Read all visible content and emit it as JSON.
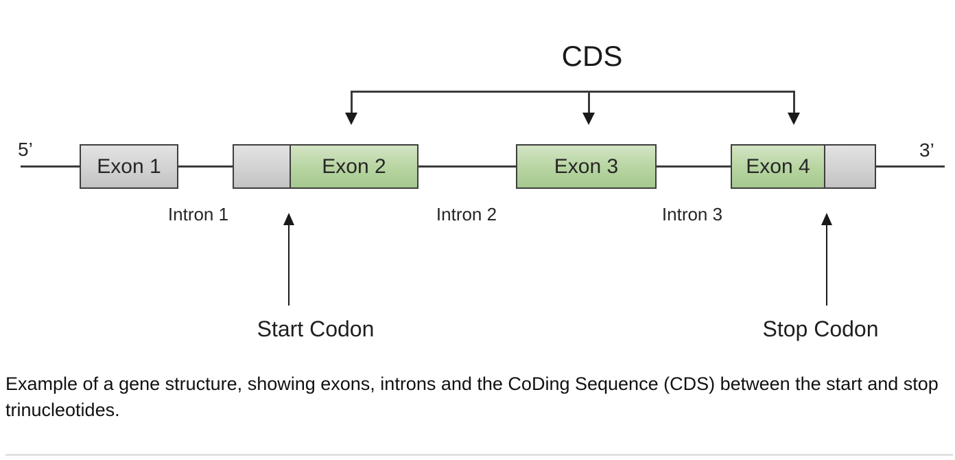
{
  "diagram": {
    "cds_label": "CDS",
    "five_prime_label": "5’",
    "three_prime_label": "3’",
    "exon_labels": [
      "Exon 1",
      "Exon 2",
      "Exon 3",
      "Exon 4"
    ],
    "intron_labels": [
      "Intron 1",
      "Intron 2",
      "Intron 3"
    ],
    "start_codon_label": "Start Codon",
    "stop_codon_label": "Stop Codon",
    "colors": {
      "coding_exon_fill": "#b6d4a0",
      "noncoding_exon_fill": "#d2d2d2",
      "box_border": "#3d3d3d",
      "line": "#3a3a3a",
      "text": "#262626",
      "divider": "#e1e1e1"
    }
  },
  "caption": {
    "text": "Example of a gene structure, showing exons, introns and the CoDing Sequence (CDS) between the start and stop trinucleotides."
  }
}
